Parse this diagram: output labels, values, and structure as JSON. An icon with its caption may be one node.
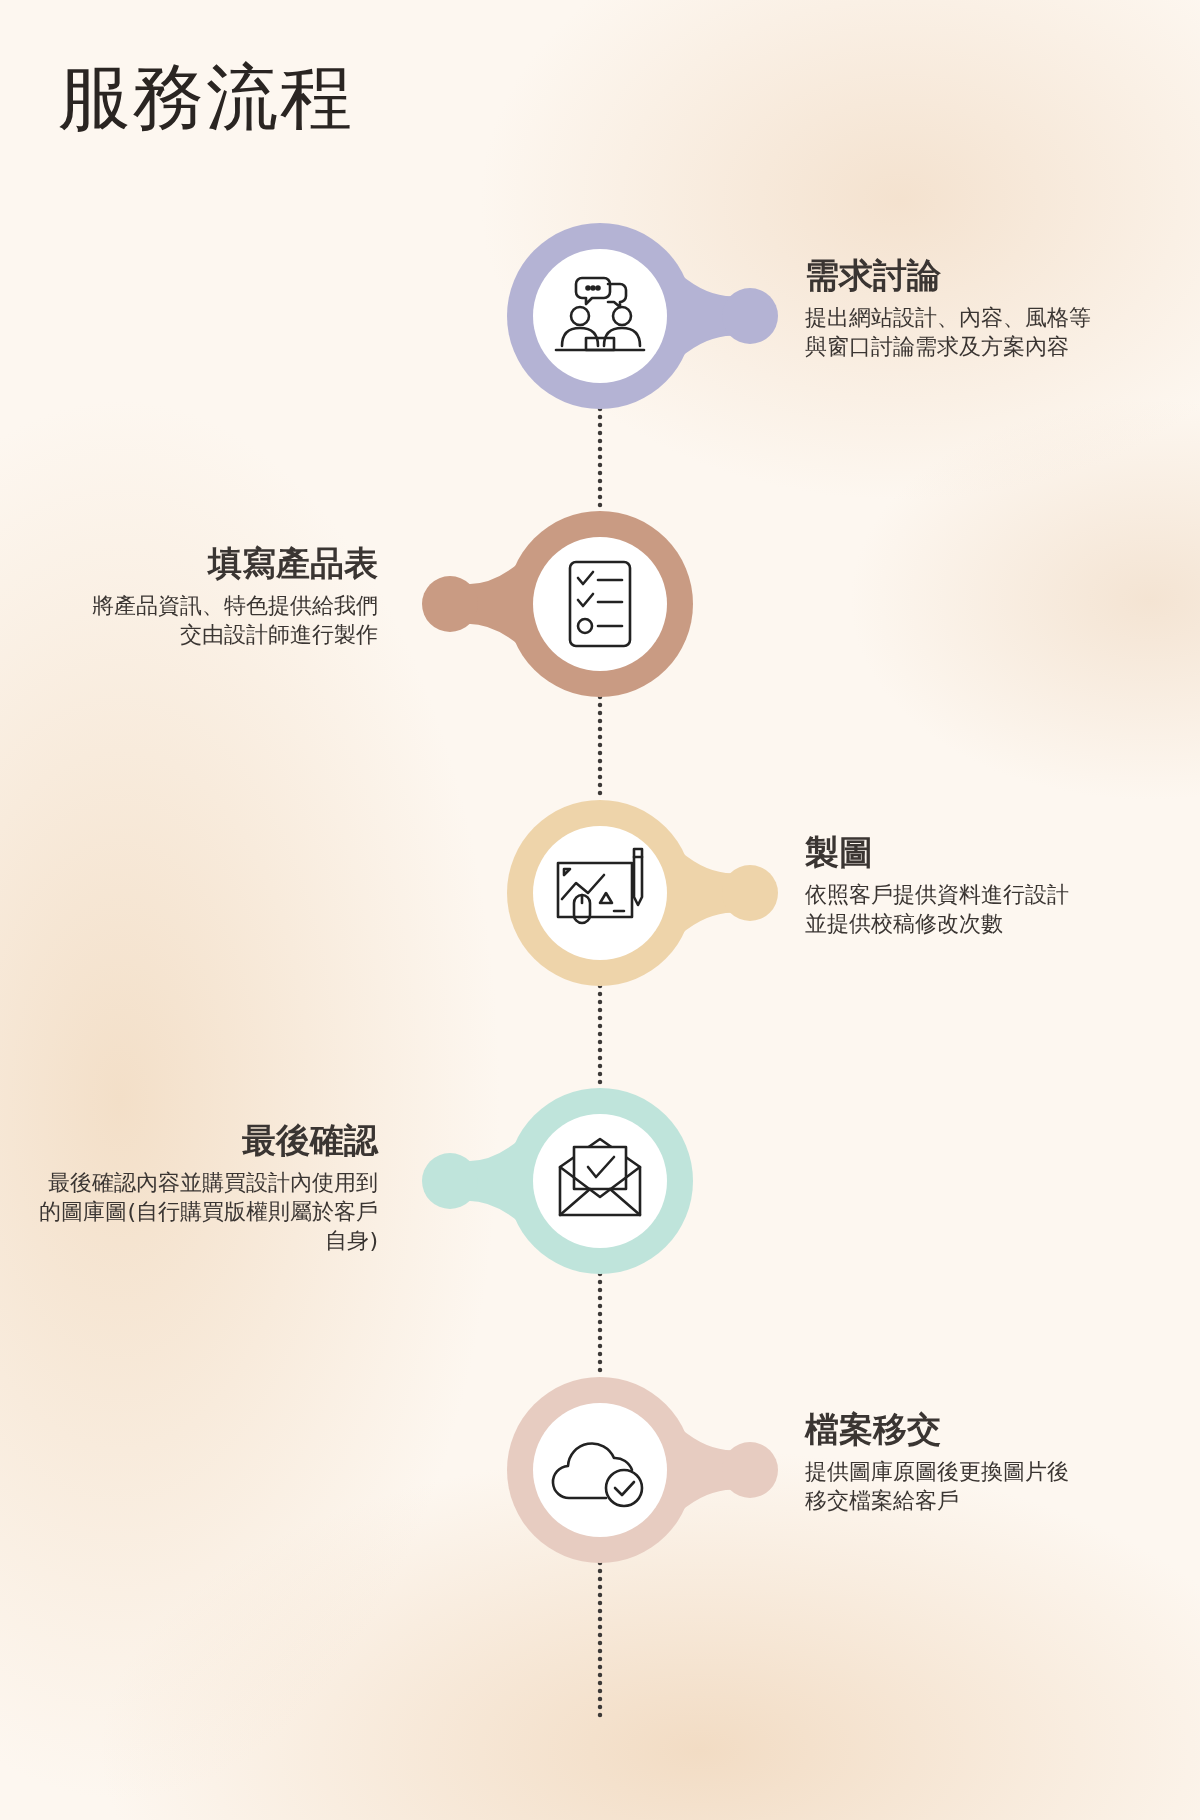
{
  "diagram": {
    "title": "服務流程",
    "nodes": [
      {
        "text": [
          "需求討論",
          "提出網站設計、內容、風格等與窗口討論需求及方案內容"
        ]
      },
      {
        "text": [
          "填寫產品表",
          "將產品資訊、特色提供給我們交由設計師進行製作"
        ]
      },
      {
        "text": [
          "製圖",
          "依照客戶提供資料進行設計並提供校稿修改次數"
        ]
      },
      {
        "text": [
          "最後確認",
          "最後確認內容並購買設計內使用到的圖庫圖(自行購買版權則屬於客戶自身)"
        ]
      },
      {
        "text": [
          "檔案移交",
          "提供圖庫原圖後更換圖片後移交檔案給客戶"
        ]
      }
    ],
    "edges": [
      {
        "from": 0,
        "to": 1,
        "arrow": "none",
        "style": "dashed"
      },
      {
        "from": 1,
        "to": 2,
        "arrow": "none",
        "style": "dashed"
      },
      {
        "from": 2,
        "to": 3,
        "arrow": "none",
        "style": "dashed"
      },
      {
        "from": 3,
        "to": 4,
        "arrow": "none",
        "style": "dashed"
      },
      {
        "from": 4,
        "to": null,
        "arrow": "none",
        "style": "dashed"
      }
    ]
  }
}
